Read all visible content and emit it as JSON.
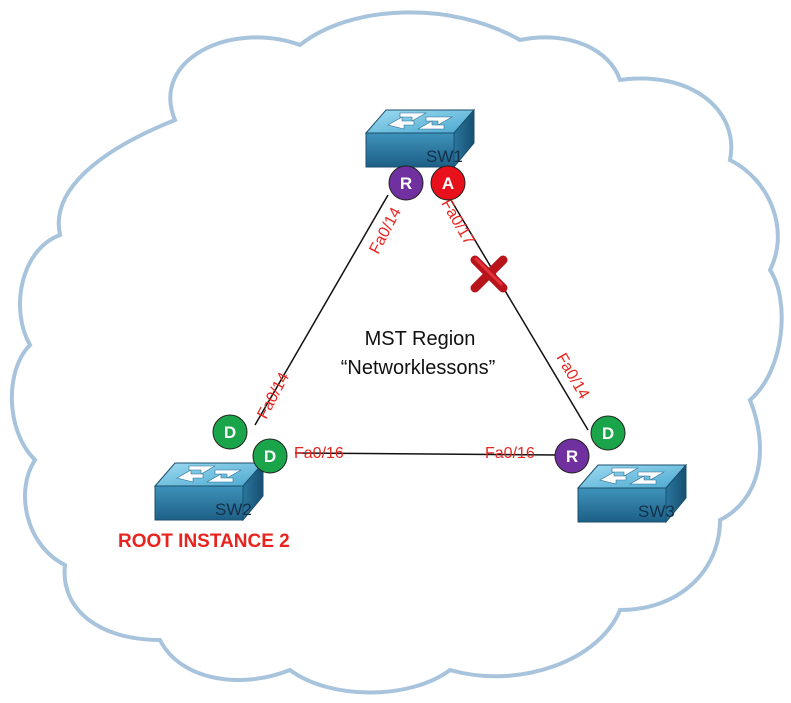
{
  "region": {
    "title": "MST Region",
    "name": "“Networklessons”"
  },
  "switches": {
    "sw1": {
      "name": "SW1"
    },
    "sw2": {
      "name": "SW2"
    },
    "sw3": {
      "name": "SW3"
    }
  },
  "links": {
    "sw1_sw2": {
      "sw1_port": "Fa0/14",
      "sw2_port": "Fa0/14"
    },
    "sw1_sw3": {
      "sw1_port": "Fa0/17",
      "sw3_port": "Fa0/14",
      "status": "blocked",
      "blocked_icon": "red-x-icon"
    },
    "sw2_sw3": {
      "sw2_port": "Fa0/16",
      "sw3_port": "Fa0/16"
    }
  },
  "port_roles": {
    "sw1_root": "R",
    "sw1_alternate": "A",
    "sw2_designated_fa014": "D",
    "sw2_designated_fa016": "D",
    "sw3_designated_fa014": "D",
    "sw3_root": "R"
  },
  "role_colors": {
    "R": "#70309f",
    "A": "#e8101a",
    "D": "#1aa54a"
  },
  "root_label": "ROOT INSTANCE 2",
  "colors": {
    "switch_body": "#2c7fa8",
    "switch_top": "#6ec2e2",
    "label_red": "#e8241e"
  }
}
